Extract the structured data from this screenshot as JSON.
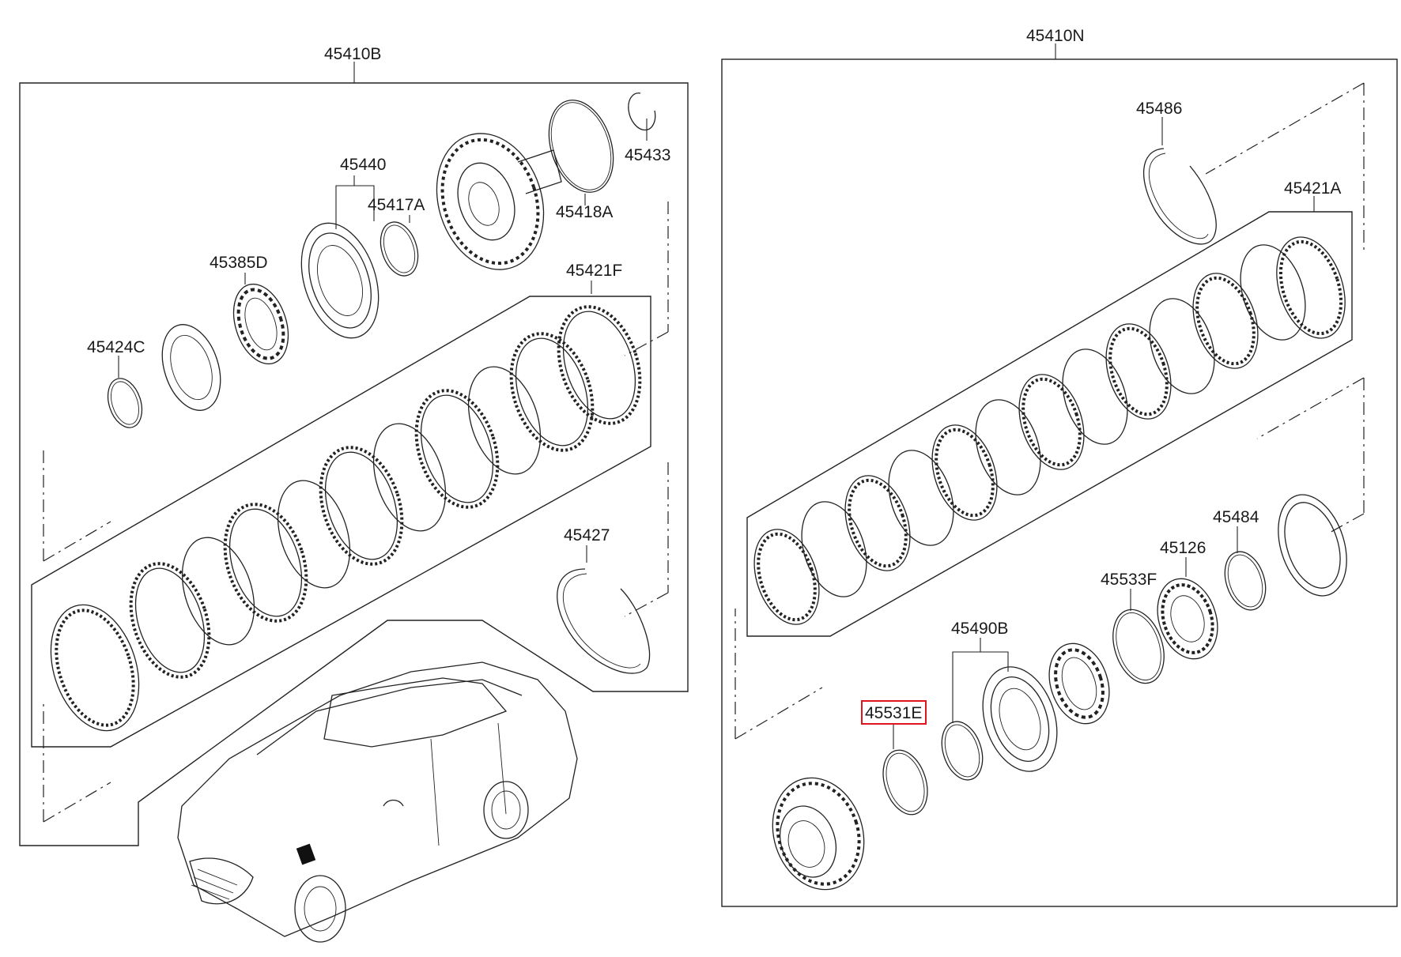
{
  "diagram": {
    "left_group": {
      "assembly_label": "45410B",
      "parts": {
        "p45433": "45433",
        "p45418A": "45418A",
        "p45440": "45440",
        "p45417A": "45417A",
        "p45385D": "45385D",
        "p45421F": "45421F",
        "p45424C": "45424C",
        "p45427": "45427"
      }
    },
    "right_group": {
      "assembly_label": "45410N",
      "parts": {
        "p45486": "45486",
        "p45421A": "45421A",
        "p45484": "45484",
        "p45126": "45126",
        "p45533F": "45533F",
        "p45490B": "45490B",
        "p45531E": "45531E"
      }
    },
    "highlighted_part": "45531E",
    "colors": {
      "line": "#222222",
      "highlight": "#e0141c",
      "background": "#ffffff"
    }
  }
}
